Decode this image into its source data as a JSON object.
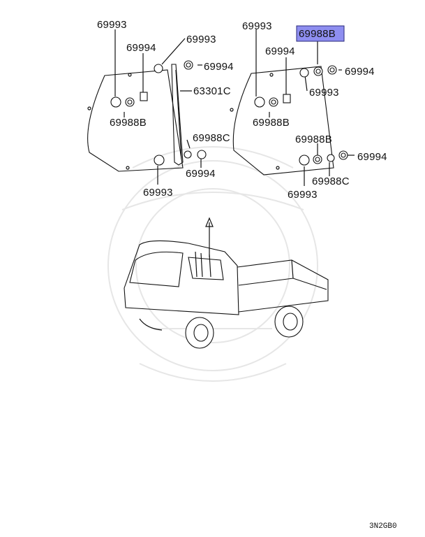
{
  "diagram": {
    "labels": {
      "l1_69993": "69993",
      "l1_69994": "69994",
      "l1_69993b": "69993",
      "l1_69994b": "69994",
      "l1_63301C": "63301C",
      "l1_69988B": "69988B",
      "l1_69988C": "69988C",
      "l1_69994c": "69994",
      "l1_69993c": "69993",
      "r_69993": "69993",
      "r_69988B_highlight": "69988B",
      "r_69994": "69994",
      "r_69994b": "69994",
      "r_69993b": "69993",
      "r_69988B": "69988B",
      "r_69988B2": "69988B",
      "r_69994c": "69994",
      "r_69988C": "69988C",
      "r_69993c": "69993"
    },
    "diagram_code": "3N2GB0",
    "highlight_color": "#8e8ef0"
  }
}
